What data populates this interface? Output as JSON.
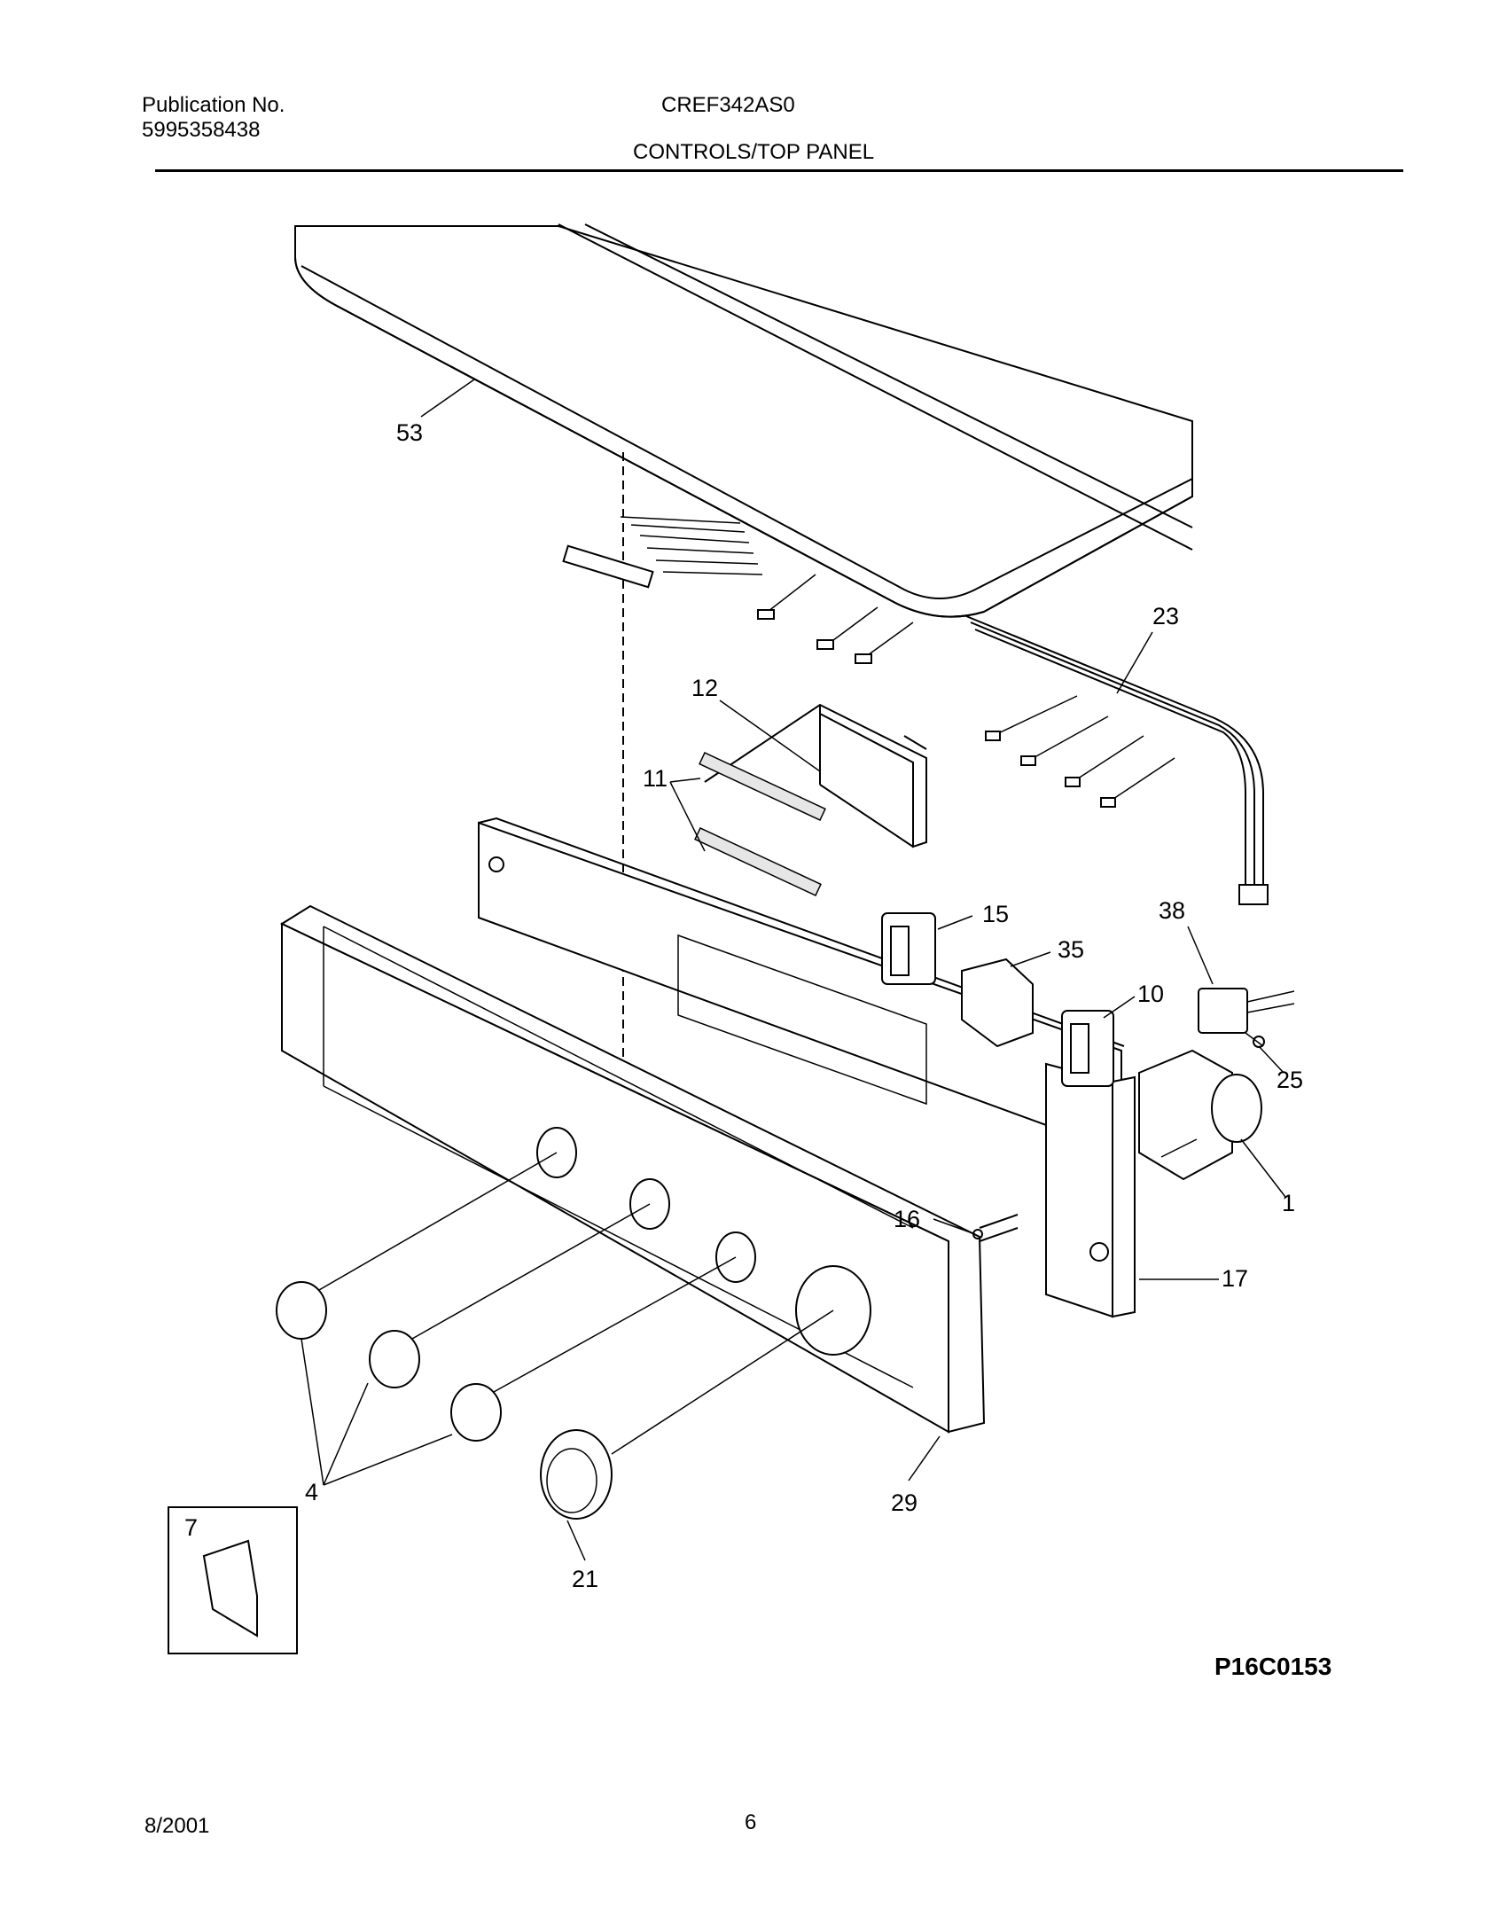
{
  "header": {
    "publication_label": "Publication No.",
    "publication_number": "5995358438",
    "model": "CREF342AS0",
    "section_title": "CONTROLS/TOP PANEL"
  },
  "callouts": [
    "53",
    "23",
    "12",
    "11",
    "15",
    "35",
    "10",
    "38",
    "25",
    "1",
    "16",
    "17",
    "4",
    "29",
    "7",
    "21"
  ],
  "drawing_code": "P16C0153",
  "footer": {
    "date": "8/2001",
    "page": "6"
  }
}
